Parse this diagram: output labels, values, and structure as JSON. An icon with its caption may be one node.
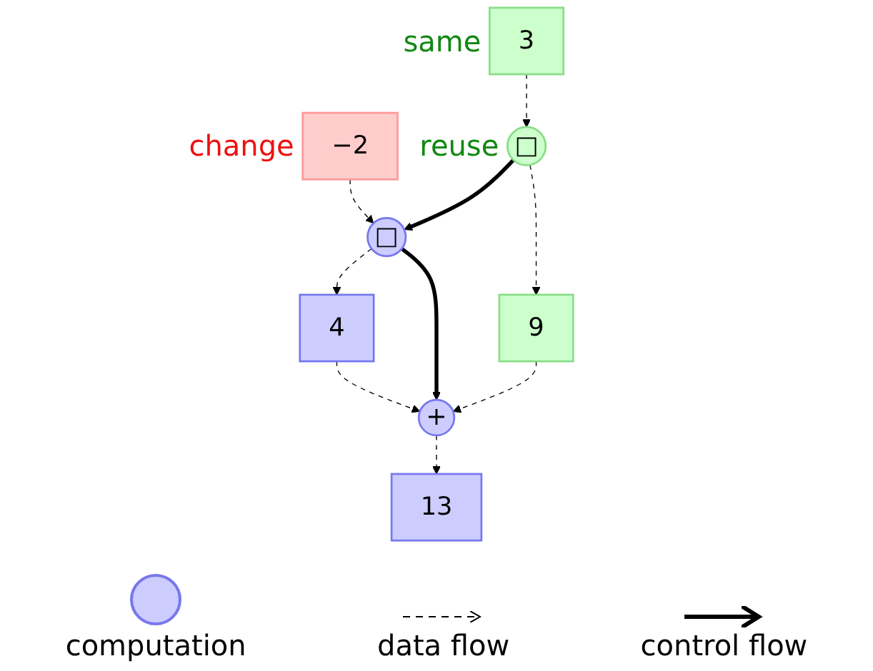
{
  "diagram": {
    "nodes": [
      {
        "text": [
          "3"
        ],
        "beside": [
          "same"
        ]
      },
      {
        "text": [
          "−2"
        ],
        "beside": [
          "change"
        ]
      },
      {
        "text": [
          "□"
        ],
        "beside": [
          "reuse"
        ]
      },
      {
        "text": [
          "□"
        ]
      },
      {
        "text": [
          "9"
        ]
      },
      {
        "text": [
          "4"
        ]
      },
      {
        "text": [
          "+"
        ]
      },
      {
        "text": [
          "13"
        ]
      }
    ],
    "edges": [
      {
        "from": 0,
        "to": 2,
        "arrow": "to",
        "style": "dashed"
      },
      {
        "from": 1,
        "to": 3,
        "arrow": "to",
        "style": "dashed"
      },
      {
        "from": 2,
        "to": 3,
        "arrow": "to",
        "style": "thick"
      },
      {
        "from": 2,
        "to": 4,
        "arrow": "to",
        "style": "dashed"
      },
      {
        "from": 3,
        "to": 5,
        "arrow": "to",
        "style": "dashed"
      },
      {
        "from": 4,
        "to": 6,
        "arrow": "to",
        "style": "dashed"
      },
      {
        "from": 5,
        "to": 6,
        "arrow": "to",
        "style": "dashed"
      },
      {
        "from": 3,
        "to": 6,
        "arrow": "to",
        "style": "thick"
      },
      {
        "from": 6,
        "to": 7,
        "arrow": "to",
        "style": "dashed"
      }
    ],
    "legend": [
      {
        "text": "computation"
      },
      {
        "text": "data flow"
      },
      {
        "text": "control flow"
      }
    ]
  }
}
